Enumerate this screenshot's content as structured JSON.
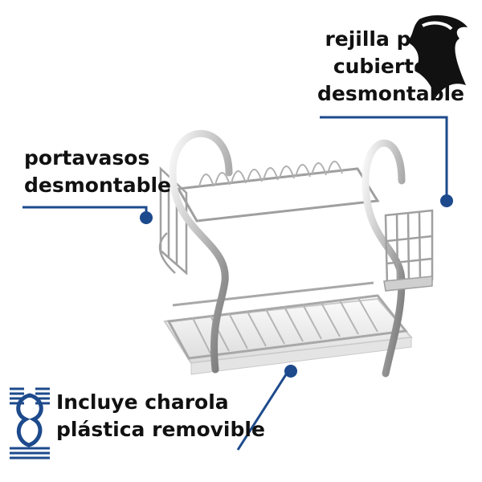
{
  "callouts": {
    "cutlery": {
      "line1": "rejilla para",
      "line2": "cubiertos",
      "line3": "desmontable"
    },
    "cups": {
      "line1": "portavasos",
      "line2": "desmontable"
    },
    "tray": {
      "line1": "Incluye charola",
      "line2": "plástica removible"
    }
  },
  "colors": {
    "leader": "#1d4a8c",
    "text": "#111111",
    "chrome_light": "#f2f2f2",
    "chrome_dark": "#8a8a8a",
    "tray": "#e9e9ea"
  },
  "icons": [
    "rooster-logo-icon",
    "pretul-brand-icon"
  ]
}
